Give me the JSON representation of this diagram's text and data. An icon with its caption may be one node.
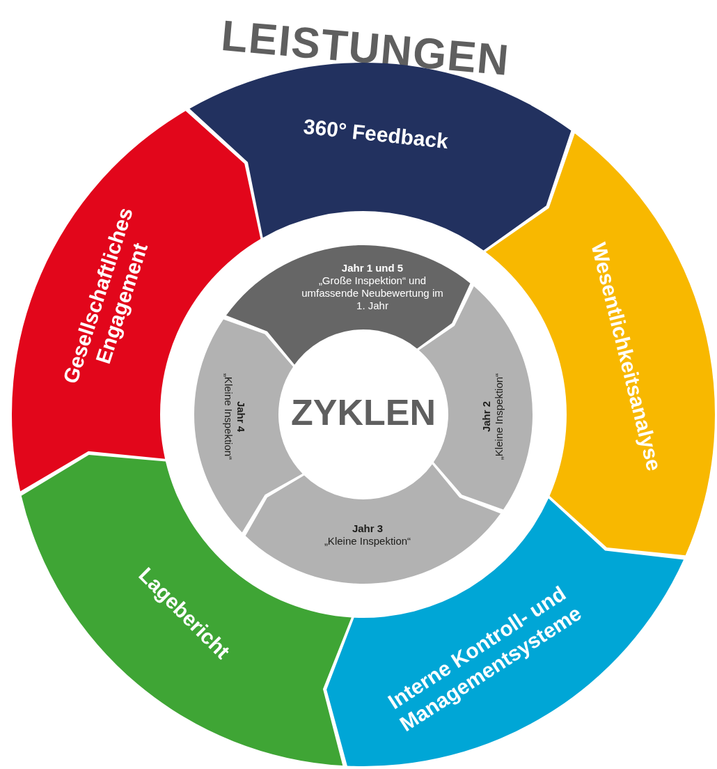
{
  "diagram": {
    "title": "LEISTUNGEN",
    "nodes": [
      {
        "text": [
          "360° Feedback"
        ]
      },
      {
        "text": [
          "Wesentlichkeitsanalyse"
        ]
      },
      {
        "text": [
          "Interne Kontroll- und Managementsysteme"
        ]
      },
      {
        "text": [
          "Lagebericht"
        ]
      },
      {
        "text": [
          "Gesellschaftliches Engagement"
        ]
      },
      {
        "text": [
          "Jahr 1 und 5",
          "„Große Inspektion“ und umfassende Neubewertung im 1. Jahr"
        ]
      },
      {
        "text": [
          "Jahr 2",
          "„Kleine Inspektion“"
        ]
      },
      {
        "text": [
          "Jahr 3",
          "„Kleine Inspektion“"
        ]
      },
      {
        "text": [
          "Jahr 4",
          "„Kleine Inspektion“"
        ]
      },
      {
        "text": [
          "ZYKLEN"
        ]
      }
    ]
  }
}
